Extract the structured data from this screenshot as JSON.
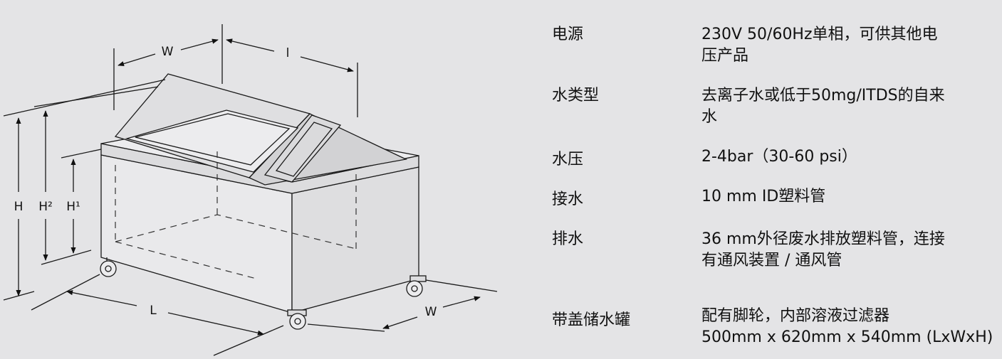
{
  "diagram": {
    "dims": {
      "width": "W",
      "length_top": "l",
      "height": "H",
      "height2": "H²",
      "height1": "H¹",
      "length": "L",
      "width_bottom": "W"
    }
  },
  "specs": [
    {
      "label": "电源",
      "lines": [
        "230V 50/60Hz单相，可供其他电",
        "压产品"
      ]
    },
    {
      "label": "水类型",
      "lines": [
        "去离子水或低于50mg/ITDS的自来",
        "水"
      ]
    },
    {
      "label": "水压",
      "lines": [
        "2-4bar（30-60 psi）"
      ]
    },
    {
      "label": "接水",
      "lines": [
        "10 mm ID塑料管"
      ]
    },
    {
      "label": "排水",
      "lines": [
        "36 mm外径废水排放塑料管，连接",
        "有通风装置 / 通风管"
      ]
    },
    {
      "label": "带盖储水罐",
      "lines": [
        "配有脚轮，内部溶液过滤器",
        "500mm x 620mm x 540mm (LxWxH)"
      ]
    }
  ]
}
